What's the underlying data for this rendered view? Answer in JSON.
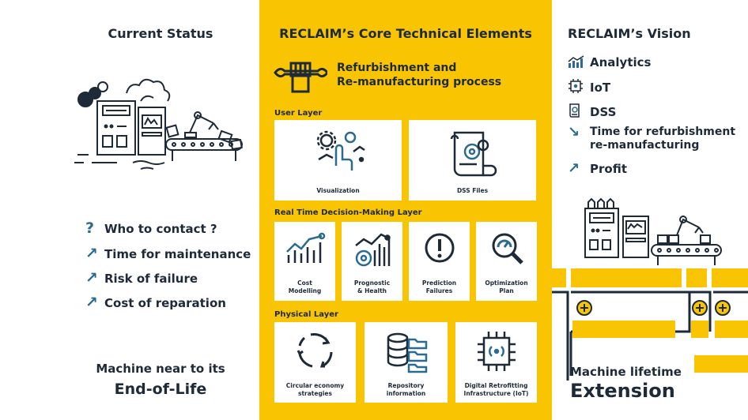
{
  "colors": {
    "yellow": "#f9c402",
    "navy": "#1e2a38",
    "teal": "#2b6b8f"
  },
  "left": {
    "title": "Current Status",
    "items": [
      {
        "icon": "question-icon",
        "glyph": "?",
        "label": "Who to contact ?"
      },
      {
        "icon": "arrow-up-right-icon",
        "glyph": "↗",
        "label": "Time for maintenance"
      },
      {
        "icon": "arrow-up-right-icon",
        "glyph": "↗",
        "label": "Risk of failure"
      },
      {
        "icon": "arrow-up-right-icon",
        "glyph": "↗",
        "label": "Cost of reparation"
      }
    ],
    "bottom_line1": "Machine near to its",
    "bottom_line2": "End-of-Life"
  },
  "middle": {
    "title": "RECLAIM’s Core Technical Elements",
    "header_line1": "Refurbishment and",
    "header_line2": "Re-manufacturing process",
    "user_layer": {
      "label": "User Layer",
      "cards": [
        {
          "label": "Visualization"
        },
        {
          "label": "DSS Files"
        }
      ]
    },
    "decision_layer": {
      "label": "Real Time Decision-Making Layer",
      "cards": [
        {
          "line1": "Cost",
          "line2": "Modelling"
        },
        {
          "line1": "Prognostic",
          "line2": "& Health"
        },
        {
          "line1": "Prediction",
          "line2": "Failures"
        },
        {
          "line1": "Optimization",
          "line2": "Plan"
        }
      ]
    },
    "physical_layer": {
      "label": "Physical Layer",
      "cards": [
        {
          "line1": "Circular economy",
          "line2": "strategies"
        },
        {
          "line1": "Repository",
          "line2": "information"
        },
        {
          "line1": "Digital Retrofitting",
          "line2": "Infrastructure (IoT)"
        }
      ]
    }
  },
  "right": {
    "title": "RECLAIM’s Vision",
    "items": [
      {
        "icon": "analytics-icon",
        "label": "Analytics"
      },
      {
        "icon": "iot-chip-icon",
        "label": "IoT"
      },
      {
        "icon": "dss-document-icon",
        "label": "DSS"
      },
      {
        "icon": "arrow-down-right-icon",
        "glyph": "↘",
        "line1": "Time for refurbishment",
        "line2": "re-manufacturing"
      },
      {
        "icon": "arrow-up-right-icon",
        "glyph": "↗",
        "label": "Profit"
      }
    ],
    "bottom_line1": "Machine lifetime",
    "bottom_line2": "Extension"
  }
}
